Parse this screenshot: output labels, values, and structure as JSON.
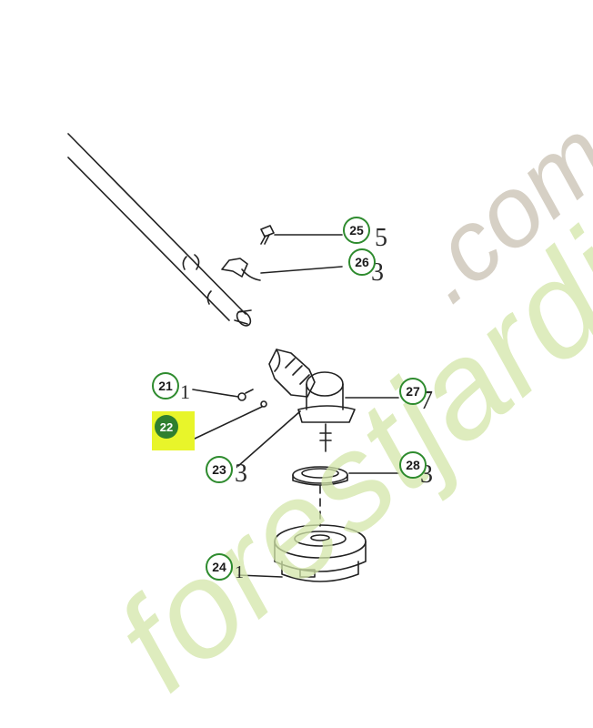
{
  "watermark": {
    "main_text": "forestjardin",
    "com_text": ".com",
    "main_color": "#d3e6a9",
    "com_color": "#cfc8bb"
  },
  "diagram": {
    "callout_color": "#2e8b2e",
    "highlight_color": "#e8f52a",
    "callouts": [
      {
        "id": "21",
        "label": "21"
      },
      {
        "id": "22",
        "label": "22",
        "highlighted": true
      },
      {
        "id": "23",
        "label": "23"
      },
      {
        "id": "24",
        "label": "24"
      },
      {
        "id": "25",
        "label": "25"
      },
      {
        "id": "26",
        "label": "26"
      },
      {
        "id": "27",
        "label": "27"
      },
      {
        "id": "28",
        "label": "28"
      }
    ]
  }
}
